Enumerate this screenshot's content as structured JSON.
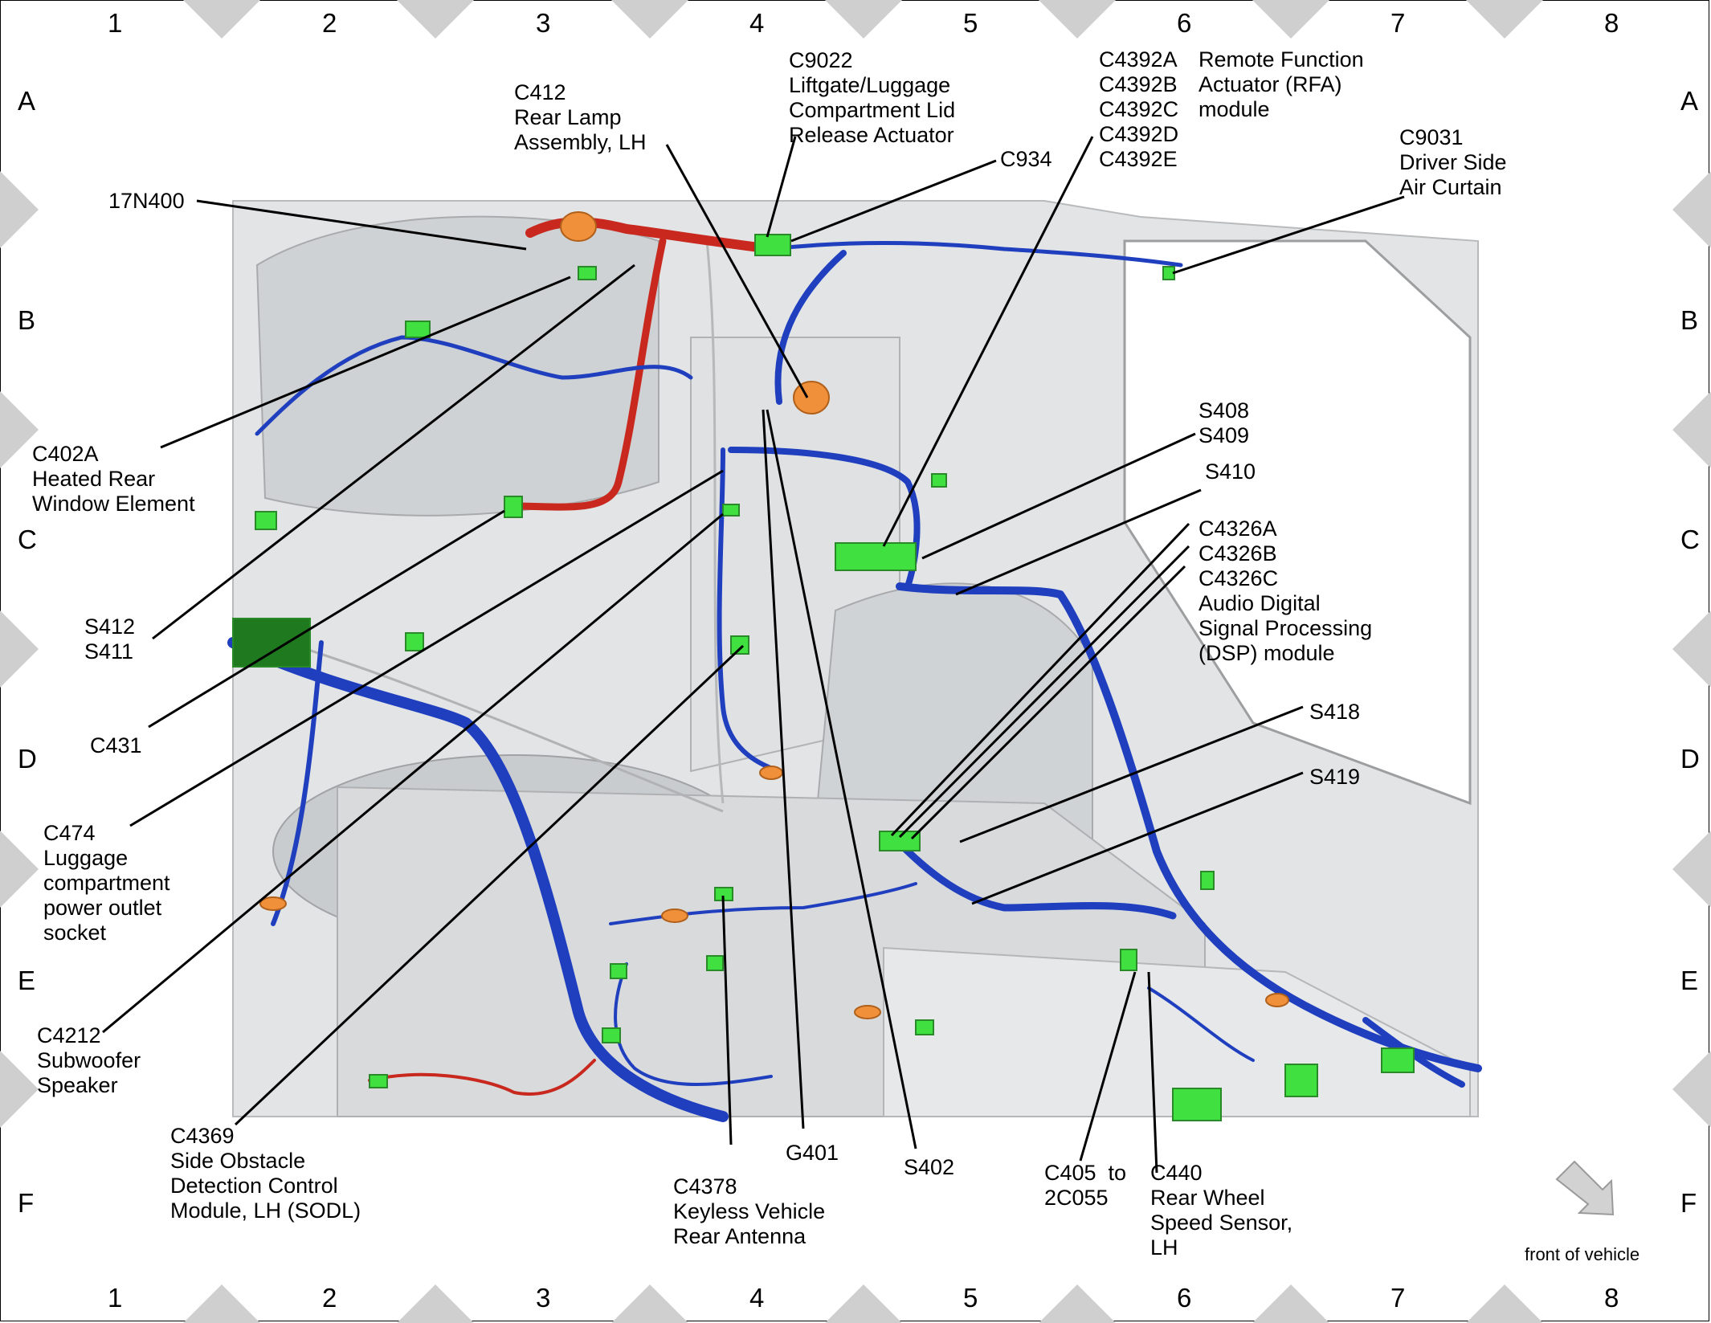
{
  "grid": {
    "columns": [
      "1",
      "2",
      "3",
      "4",
      "5",
      "6",
      "7",
      "8"
    ],
    "rows": [
      "A",
      "B",
      "C",
      "D",
      "E",
      "F"
    ]
  },
  "callouts": {
    "c17n400": "17N400",
    "c412": "C412\nRear Lamp\nAssembly, LH",
    "c9022": "C9022\nLiftgate/Luggage\nCompartment Lid\nRelease Actuator",
    "c934": "C934",
    "c4392_ids": "C4392A\nC4392B\nC4392C\nC4392D\nC4392E",
    "c4392_desc": "Remote Function\nActuator (RFA)\nmodule",
    "c9031": "C9031\nDriver Side\nAir Curtain",
    "c402a": "C402A\nHeated Rear\nWindow Element",
    "s412_s411": "S412\nS411",
    "c431": "C431",
    "c474": "C474\nLuggage\ncompartment\npower outlet\nsocket",
    "c4212": "C4212\nSubwoofer\nSpeaker",
    "c4369": "C4369\nSide Obstacle\nDetection Control\nModule, LH (SODL)",
    "c4378": "C4378\nKeyless Vehicle\nRear Antenna",
    "g401": "G401",
    "s402": "S402",
    "s408_s409": "S408\nS409",
    "s410": "S410",
    "c4326": "C4326A\nC4326B\nC4326C\nAudio Digital\nSignal Processing\n(DSP) module",
    "s418": "S418",
    "s419": "S419",
    "c405": "C405  to\n2C055",
    "c440": "C440\nRear Wheel\nSpeed Sensor,\nLH"
  },
  "front_of_vehicle": "front of vehicle",
  "colors": {
    "harness_blue": "#1f3fbf",
    "harness_red": "#c8281e",
    "connector_green": "#3fe03f",
    "connector_orange": "#f0903a",
    "body_gray": "#d6d8da",
    "frame_gray": "#c8c8c8"
  }
}
